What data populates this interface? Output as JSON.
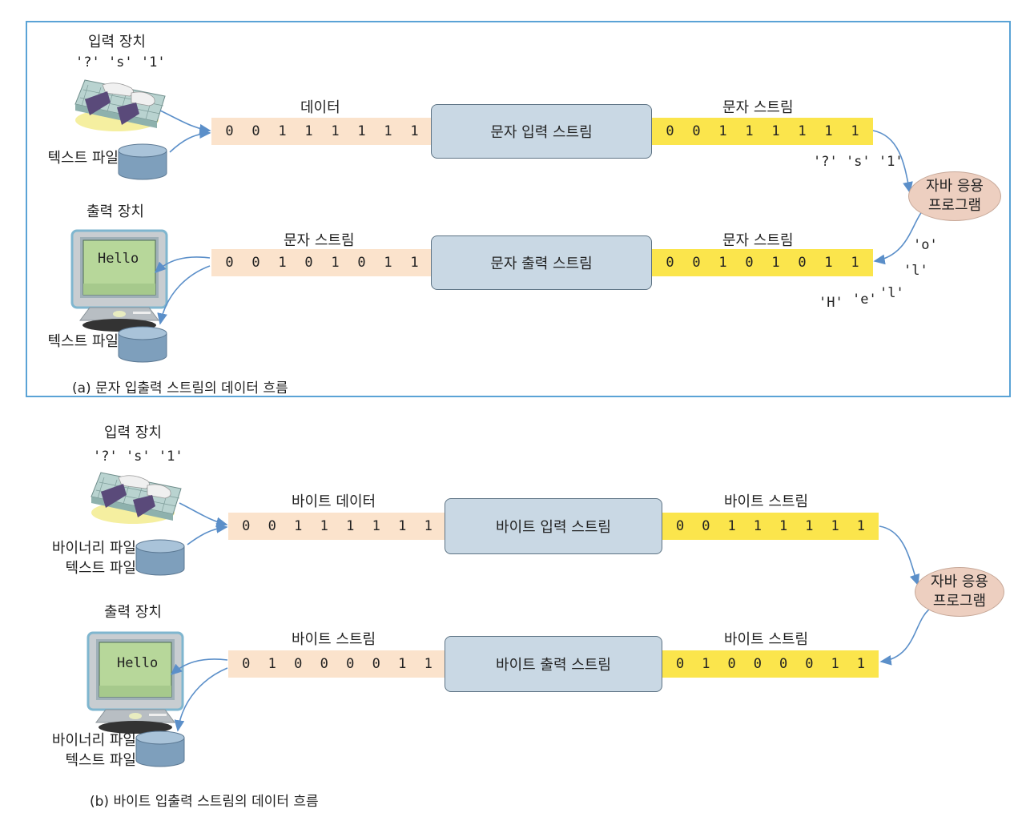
{
  "panel_a": {
    "input_device": "입력 장치",
    "input_chars": "'?' 's' '1'",
    "text_file_in": "텍스트 파일",
    "data_label": "데이터",
    "in_bits": [
      "0",
      "0",
      "1",
      "1",
      "1",
      "1",
      "1",
      "1"
    ],
    "in_stream_box": "문자 입력 스트림",
    "in_stream_label": "문자 스트림",
    "in_stream_bits": [
      "0",
      "0",
      "1",
      "1",
      "1",
      "1",
      "1",
      "1"
    ],
    "in_stream_chars": "'?' 's' '1'",
    "app_line1": "자바 응용",
    "app_line2": "프로그램",
    "output_device": "출력 장치",
    "monitor_text": "Hello",
    "text_file_out": "텍스트 파일",
    "out_data_label": "문자 스트림",
    "out_bits": [
      "0",
      "0",
      "1",
      "0",
      "1",
      "0",
      "1",
      "1"
    ],
    "out_stream_box": "문자 출력 스트림",
    "out_stream_label": "문자 스트림",
    "out_stream_bits": [
      "0",
      "0",
      "1",
      "0",
      "1",
      "0",
      "1",
      "1"
    ],
    "out_chars": {
      "o": "'o'",
      "l1": "'l'",
      "H": "'H'",
      "e": "'e'",
      "l2": "'l'"
    },
    "caption": "(a) 문자 입출력 스트림의 데이터 흐름"
  },
  "panel_b": {
    "input_device": "입력 장치",
    "input_chars": "'?' 's' '1'",
    "file_in_line1": "바이너리 파일",
    "file_in_line2": "텍스트 파일",
    "data_label": "바이트 데이터",
    "in_bits": [
      "0",
      "0",
      "1",
      "1",
      "1",
      "1",
      "1",
      "1"
    ],
    "in_stream_box": "바이트 입력 스트림",
    "in_stream_label": "바이트 스트림",
    "in_stream_bits": [
      "0",
      "0",
      "1",
      "1",
      "1",
      "1",
      "1",
      "1"
    ],
    "app_line1": "자바 응용",
    "app_line2": "프로그램",
    "output_device": "출력 장치",
    "monitor_text": "Hello",
    "file_out_line1": "바이너리 파일",
    "file_out_line2": "텍스트 파일",
    "out_data_label": "바이트 스트림",
    "out_bits": [
      "0",
      "1",
      "0",
      "0",
      "0",
      "0",
      "1",
      "1"
    ],
    "out_stream_box": "바이트 출력 스트림",
    "out_stream_label": "바이트 스트림",
    "out_stream_bits": [
      "0",
      "1",
      "0",
      "0",
      "0",
      "0",
      "1",
      "1"
    ],
    "caption": "(b) 바이트 입출력 스트림의 데이터 흐름"
  },
  "colors": {
    "frame": "#5aa3d6",
    "peach": "#fbe3cc",
    "yellow": "#fbe54c",
    "stream_box": "#c9d8e4",
    "app_ellipse": "#edcfc0",
    "arrow": "#5b8fc9"
  },
  "icons": [
    "keyboard-icon",
    "disk-icon",
    "monitor-icon"
  ]
}
